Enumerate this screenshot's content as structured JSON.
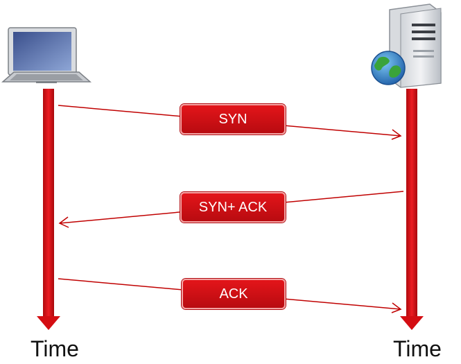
{
  "client": {
    "icon": "laptop-icon",
    "time_label": "Time"
  },
  "server": {
    "icon": "server-globe-icon",
    "time_label": "Time"
  },
  "messages": [
    {
      "label": "SYN",
      "direction": "client-to-server"
    },
    {
      "label": "SYN+ ACK",
      "direction": "server-to-client"
    },
    {
      "label": "ACK",
      "direction": "client-to-server"
    }
  ],
  "colors": {
    "timeline": "#d40d12",
    "arrow": "#c00000",
    "label_fill": "#d7131a",
    "label_text": "#ffffff"
  }
}
